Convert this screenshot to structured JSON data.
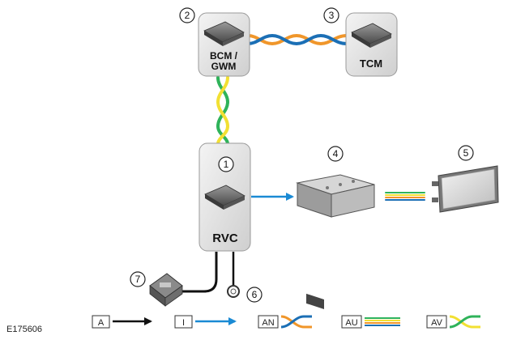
{
  "modules": {
    "bcm_gwm": {
      "number": "2",
      "label_line1": "BCM /",
      "label_line2": "GWM"
    },
    "tcm": {
      "number": "3",
      "label": "TCM"
    },
    "rvc": {
      "number": "1",
      "label": "RVC"
    },
    "screen_unit": {
      "number": "4"
    },
    "display": {
      "number": "5"
    },
    "ground": {
      "number": "6"
    },
    "fuse": {
      "number": "7"
    }
  },
  "figure_id": "E175606",
  "legend": [
    {
      "key": "A"
    },
    {
      "key": "I"
    },
    {
      "key": "AN"
    },
    {
      "key": "AU"
    },
    {
      "key": "AV"
    }
  ],
  "colors": {
    "wire_orange": "#f0962a",
    "wire_blue": "#1b6fb5",
    "wire_green": "#2fb35a",
    "wire_yellow": "#f2e033",
    "signal_blue": "#1a8ad4",
    "power_black": "#111111",
    "module_fill": "#e4e4e4"
  }
}
